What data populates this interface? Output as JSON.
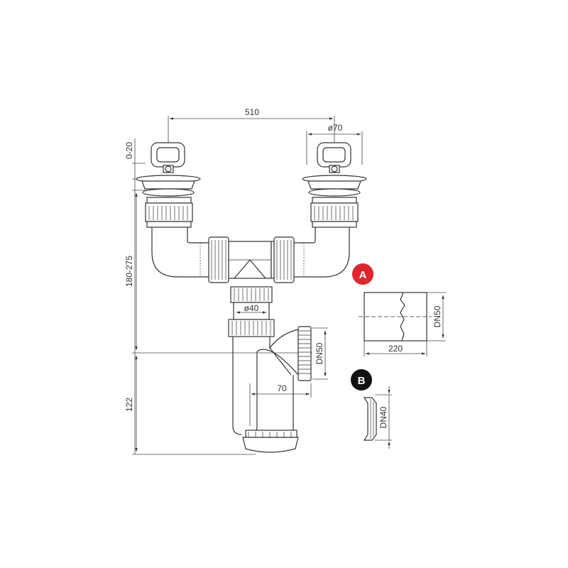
{
  "dimensions": {
    "width_between_outlets": "510",
    "basket_diameter": "ø70",
    "overflow_range": "0-20",
    "height_range": "180-275",
    "lower_height": "122",
    "tube_diameter": "ø40",
    "outlet_offset": "70",
    "outlet_dn": "DN50"
  },
  "detail_a": {
    "badge": "A",
    "badge_color": "#e1242e",
    "dn_label": "DN50",
    "length_label": "220"
  },
  "detail_b": {
    "badge": "B",
    "badge_color": "#111111",
    "dn_label": "DN40"
  }
}
